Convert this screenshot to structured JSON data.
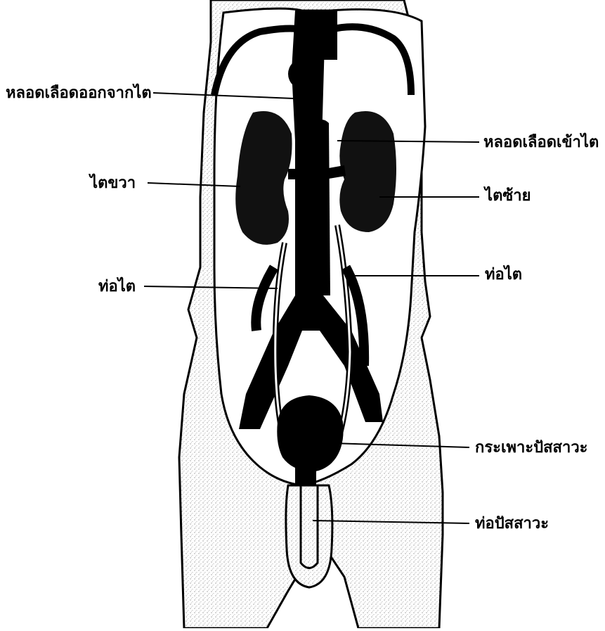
{
  "labels": {
    "renal_vein": "หลอดเลือดออกจากไต",
    "renal_artery": "หลอดเลือดเข้าไต",
    "right_kidney": "ไตขวา",
    "left_kidney": "ไตซ้าย",
    "ureter_left_side": "ท่อไต",
    "ureter_right_side": "ท่อไต",
    "bladder": "กระเพาะปัสสาวะ",
    "urethra": "ท่อปัสสาวะ"
  },
  "colors": {
    "ink": "#000000",
    "skin_stipple": "#d9d9d9",
    "background": "#ffffff"
  }
}
